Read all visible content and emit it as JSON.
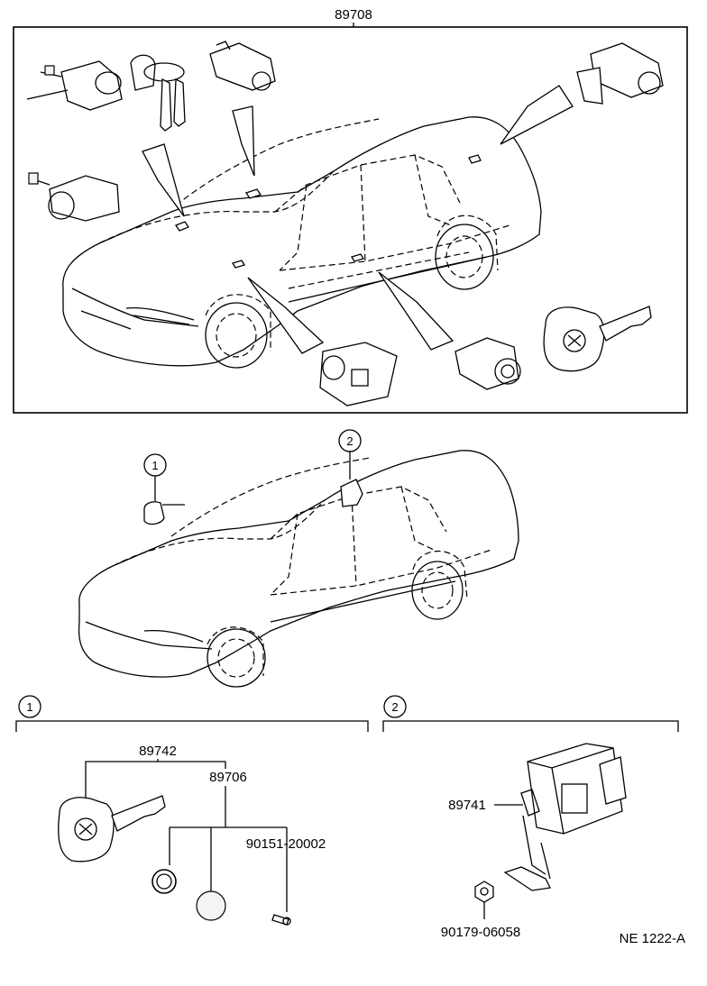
{
  "header": {
    "part_number": "89708"
  },
  "callouts": {
    "section_1": "1",
    "section_2": "2"
  },
  "section_1": {
    "marker": "1",
    "labels": {
      "key_assembly": "89742",
      "transmitter": "89706",
      "screw": "90151-20002"
    }
  },
  "section_2": {
    "marker": "2",
    "labels": {
      "receiver": "89741",
      "nut": "90179-06058"
    }
  },
  "footer": {
    "code": "NE 1222-A"
  }
}
